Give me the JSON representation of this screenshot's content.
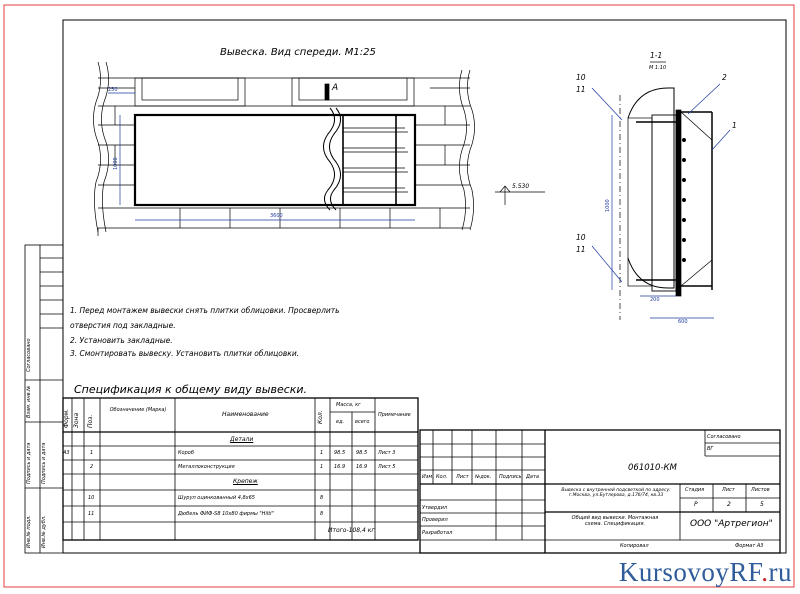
{
  "drawing": {
    "title": "Вывеска. Вид спереди. М1:25",
    "section_label": "1-1",
    "section_scale": "М 1:10",
    "callout_A": "А",
    "level_mark": "5.530",
    "dims": {
      "width_3600": "3600",
      "height_1000": "1000",
      "height_1000_right": "1000",
      "offset_250": "250",
      "depth_600": "600",
      "bottom_200": "200"
    },
    "leaders": {
      "top_left": [
        "10",
        "11"
      ],
      "top_right_2": "2",
      "top_right_1": "1",
      "bottom_left": [
        "10",
        "11"
      ]
    }
  },
  "notes": [
    "1. Перед монтажем вывески снять плитки облицовки. Просверлить",
    "отверстия под закладные.",
    "2. Установить закладные.",
    "3. Смонтировать вывеску. Установить плитки облицовки."
  ],
  "spec": {
    "title": "Спецификация к  общему виду вывески.",
    "headers": {
      "format": "Форм.",
      "zone": "Зона",
      "pos": "Поз.",
      "designation": "Обозначение (Марка)",
      "name": "Наименование",
      "qty": "Кол.",
      "mass": "Масса, кг",
      "mass_unit": "ед.",
      "mass_total": "всего",
      "note": "Примечание"
    },
    "section_details": "Детали",
    "section_fasteners": "Крепеж",
    "rows": [
      {
        "format": "А3",
        "pos": "1",
        "name": "Короб",
        "qty": "1",
        "unit": "98.5",
        "total": "98.5",
        "note": "Лист 3"
      },
      {
        "format": "",
        "pos": "2",
        "name": "Металлоконструкция",
        "qty": "1",
        "unit": "16.9",
        "total": "16.9",
        "note": "Лист 5"
      },
      {
        "format": "",
        "pos": "10",
        "name": "Шуруп оцинкованный  4,8х65",
        "qty": "8",
        "unit": "",
        "total": "",
        "note": ""
      },
      {
        "format": "",
        "pos": "11",
        "name": "Дюбель ФИФ-S8 10х80 фирмы \"Hilti\"",
        "qty": "8",
        "unit": "",
        "total": "",
        "note": ""
      }
    ],
    "total": "Итого-108,4 кг"
  },
  "side_labels": {
    "agreed": "Согласовано",
    "inv_orig": "Инв.№ подл.",
    "sign_date": "Подпись и дата",
    "replaced": "Взам. инв.№",
    "sign_date2": "Подпись и дата",
    "inv_dup": "Инв.№ дубл."
  },
  "title_block": {
    "code": "061010-КМ",
    "object": "Вывеска с внутренней подсветкой по адресу: г.Москва, ул.Бутлерова, д.17б/74, кв.33",
    "sheet_title": "Общий вид вывески. Монтажная схема. Спецификация.",
    "company": "ООО \"Артрегион\"",
    "stage_label": "Стадия",
    "sheet_label": "Лист",
    "sheets_label": "Листов",
    "stage": "Р",
    "sheet": "2",
    "sheets": "5",
    "cols": [
      "Изм.",
      "Кол.",
      "Лист",
      "№док.",
      "Подпись",
      "Дата"
    ],
    "roles": [
      "Утвердил",
      "Проверил",
      "Разработал"
    ],
    "copied": "Копировал",
    "format": "Формат А3",
    "approved": "Согласовано",
    "ref": "ВГ"
  },
  "watermark": {
    "main": "KursovoyRF",
    "dot": ".",
    "tld": "ru"
  }
}
